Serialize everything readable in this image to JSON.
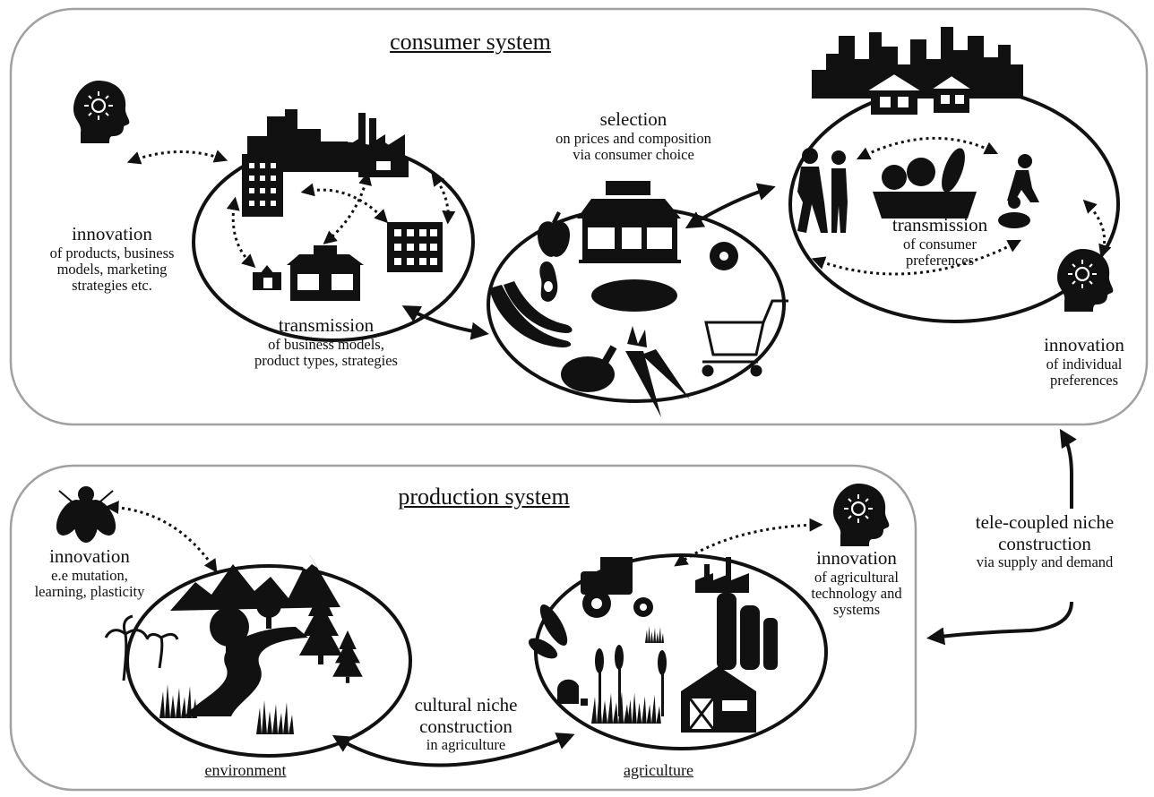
{
  "consumer_system": {
    "title": "consumer system",
    "innovation_products": {
      "heading": "innovation",
      "detail_lines": [
        "of products, business",
        "models, marketing",
        "strategies etc."
      ]
    },
    "transmission_business": {
      "heading": "transmission",
      "detail_lines": [
        "of business models,",
        "product types, strategies"
      ]
    },
    "selection": {
      "heading": "selection",
      "detail_lines": [
        "on prices and composition",
        "via consumer choice"
      ]
    },
    "transmission_consumer": {
      "heading": "transmission",
      "detail_lines": [
        "of consumer",
        "preferences"
      ]
    },
    "innovation_individual": {
      "heading": "innovation",
      "detail_lines": [
        "of individual",
        "preferences"
      ]
    }
  },
  "production_system": {
    "title": "production system",
    "innovation_environment": {
      "heading": "innovation",
      "detail_lines": [
        "e.e mutation,",
        "learning, plasticity"
      ]
    },
    "innovation_agriculture": {
      "heading": "innovation",
      "detail_lines": [
        "of agricultural",
        "technology and",
        "systems"
      ]
    },
    "cultural_niche": {
      "heading_lines": [
        "cultural niche",
        "construction"
      ],
      "detail": "in agriculture"
    },
    "environment_label": "environment",
    "agriculture_label": "agriculture"
  },
  "tele_coupled": {
    "heading_lines": [
      "tele-coupled niche",
      "construction"
    ],
    "detail": "via supply and demand"
  },
  "icons": [
    "head-lightbulb-icon",
    "city-skyline-icon",
    "factory-icon",
    "hotel-icon",
    "store-icon",
    "barn-icon",
    "office-building-icon",
    "apple-icon",
    "avocado-icon",
    "bread-icon",
    "banana-icon",
    "chicken-icon",
    "carrot-icon",
    "donut-icon",
    "shopping-cart-icon",
    "family-icon",
    "food-basket-icon",
    "fly-icon",
    "mountain-icon",
    "tree-icon",
    "river-icon",
    "grass-icon",
    "palm-icon",
    "tractor-icon",
    "silo-icon",
    "corn-icon",
    "wheat-icon",
    "beehive-icon"
  ],
  "colors": {
    "panel_border": "#a0a0a0",
    "ink": "#111111",
    "background": "#ffffff"
  }
}
